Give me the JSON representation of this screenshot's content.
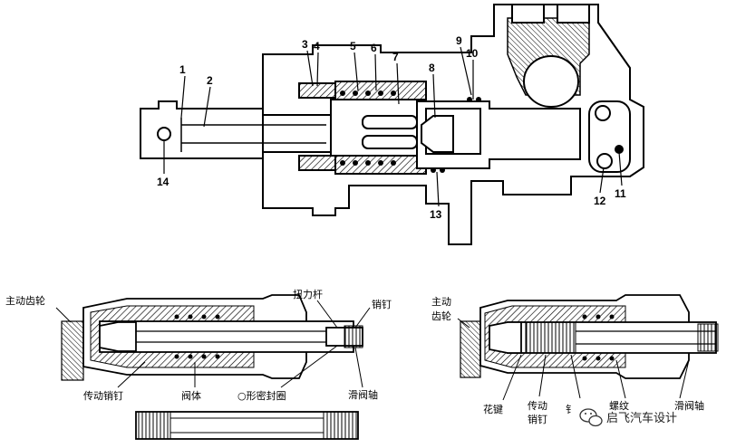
{
  "top_diagram": {
    "callouts": [
      "1",
      "2",
      "3",
      "4",
      "5",
      "6",
      "7",
      "8",
      "9",
      "10",
      "11",
      "12",
      "13",
      "14"
    ]
  },
  "bottom_left": {
    "labels": {
      "drive_gear": "主动齿轮",
      "torsion_bar": "扭力杆",
      "pin": "销钉",
      "drive_pin": "传动销钉",
      "valve_body": "阀体",
      "o_ring": "○形密封圈",
      "spool_shaft": "滑阀轴"
    }
  },
  "bottom_right": {
    "labels": {
      "drive_gear_line1": "主动",
      "drive_gear_line2": "齿轮",
      "spline_key": "花键",
      "drive_pin_line1": "传动",
      "drive_pin_line2": "销钉",
      "partial": "钅",
      "thread": "螺纹",
      "spool_shaft": "滑阀轴"
    }
  },
  "watermark": {
    "icon": "wechat-icon",
    "text": "启飞汽车设计"
  }
}
